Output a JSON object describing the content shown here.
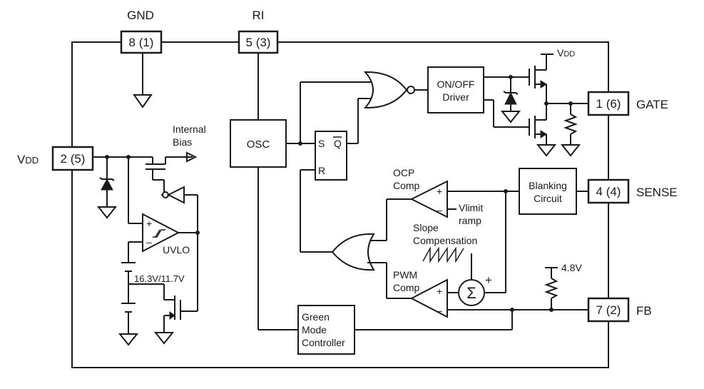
{
  "pins": {
    "gnd": {
      "name": "GND",
      "number": "8 (1)"
    },
    "ri": {
      "name": "RI",
      "number": "5 (3)"
    },
    "vdd": {
      "name_main": "V",
      "name_sub": "DD",
      "number": "2 (5)"
    },
    "gate": {
      "name": "GATE",
      "number": "1 (6)"
    },
    "sense": {
      "name": "SENSE",
      "number": "4 (4)"
    },
    "fb": {
      "name": "FB",
      "number": "7 (2)"
    }
  },
  "blocks": {
    "osc": "OSC",
    "flipflop": {
      "s": "S",
      "r": "R",
      "q": "Q"
    },
    "onoff_driver": [
      "ON/OFF",
      "Driver"
    ],
    "blanking": [
      "Blanking",
      "Circuit"
    ],
    "green_mode": [
      "Green",
      "Mode",
      "Controller"
    ]
  },
  "labels": {
    "internal_bias": [
      "Internal",
      "Bias"
    ],
    "uvlo": "UVLO",
    "uvlo_threshold": "16.3V/11.7V",
    "ocp_comp": [
      "OCP",
      "Comp"
    ],
    "vlimit": [
      "Vlimit",
      "ramp"
    ],
    "slope_comp": [
      "Slope",
      "Compensation"
    ],
    "pwm_comp": [
      "PWM",
      "Comp"
    ],
    "vref": "4.8V",
    "gate_vdd_main": "V",
    "gate_vdd_sub": "DD",
    "plus": "+",
    "minus": "–",
    "sigma": "Σ"
  }
}
